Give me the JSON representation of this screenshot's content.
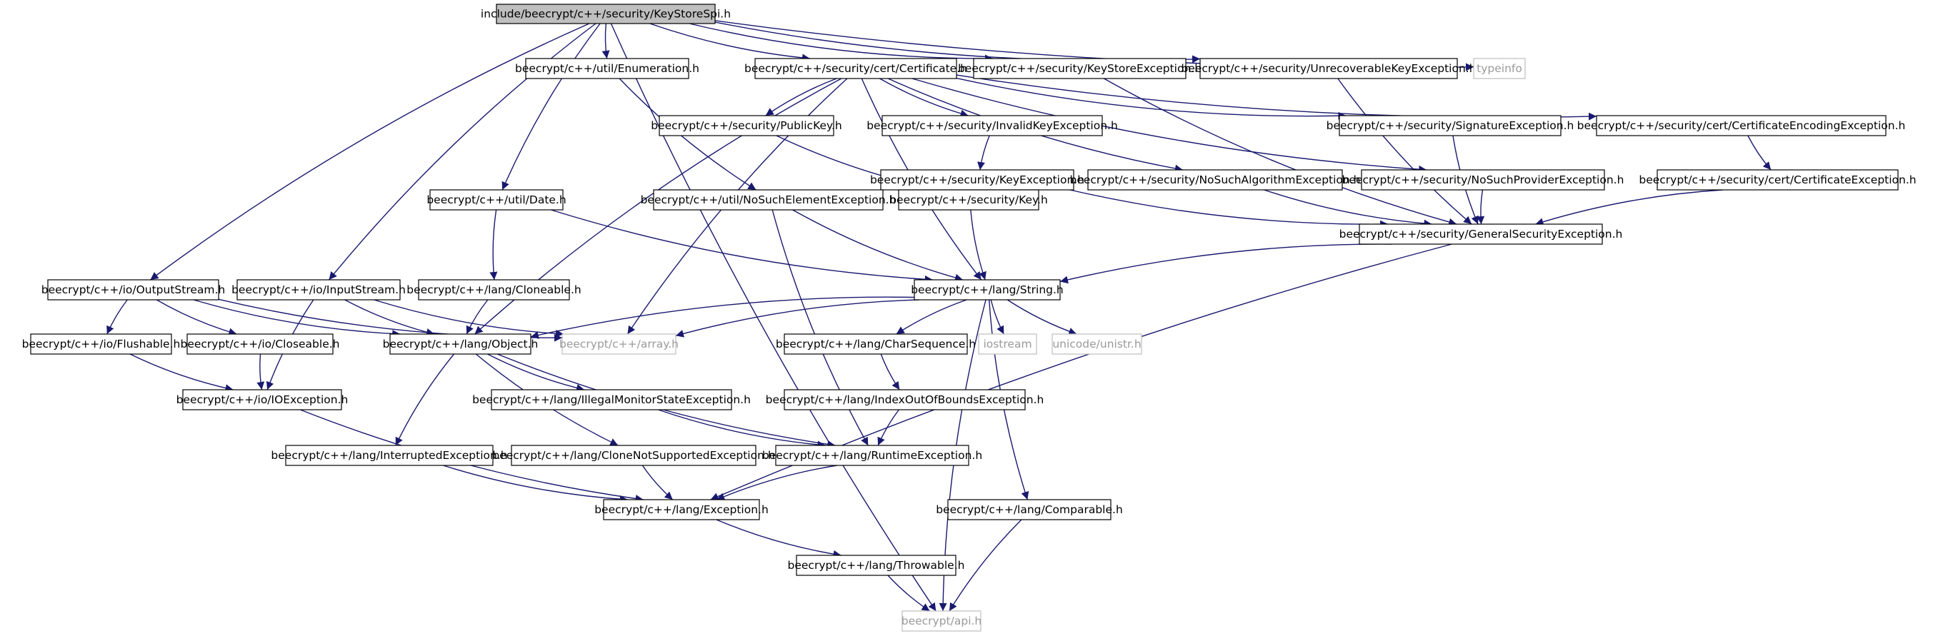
{
  "colors": {
    "edge": "#191970",
    "node_border": "#000000",
    "external_border": "#bfbfbf",
    "root_fill": "#bfbfbf",
    "node_fill": "#ffffff",
    "text": "#000000",
    "external_text": "#9a9a9a"
  },
  "nodes": [
    {
      "id": "root",
      "label": "include/beecrypt/c++/security/KeyStoreSpi.h",
      "kind": "root"
    },
    {
      "id": "enumeration",
      "label": "beecrypt/c++/util/Enumeration.h",
      "kind": "node"
    },
    {
      "id": "certificate",
      "label": "beecrypt/c++/security/cert/Certificate.h",
      "kind": "node"
    },
    {
      "id": "keystoreexc",
      "label": "beecrypt/c++/security/KeyStoreException.h",
      "kind": "node"
    },
    {
      "id": "unrecoverable",
      "label": "beecrypt/c++/security/UnrecoverableKeyException.h",
      "kind": "node"
    },
    {
      "id": "typeinfo",
      "label": "typeinfo",
      "kind": "external"
    },
    {
      "id": "publickey",
      "label": "beecrypt/c++/security/PublicKey.h",
      "kind": "node"
    },
    {
      "id": "invalidkey",
      "label": "beecrypt/c++/security/InvalidKeyException.h",
      "kind": "node"
    },
    {
      "id": "signatureexc",
      "label": "beecrypt/c++/security/SignatureException.h",
      "kind": "node"
    },
    {
      "id": "certencoding",
      "label": "beecrypt/c++/security/cert/CertificateEncodingException.h",
      "kind": "node"
    },
    {
      "id": "keyexc",
      "label": "beecrypt/c++/security/KeyException.h",
      "kind": "node"
    },
    {
      "id": "nosuchalg",
      "label": "beecrypt/c++/security/NoSuchAlgorithmException.h",
      "kind": "node"
    },
    {
      "id": "nosuchprov",
      "label": "beecrypt/c++/security/NoSuchProviderException.h",
      "kind": "node"
    },
    {
      "id": "certexc",
      "label": "beecrypt/c++/security/cert/CertificateException.h",
      "kind": "node"
    },
    {
      "id": "date",
      "label": "beecrypt/c++/util/Date.h",
      "kind": "node"
    },
    {
      "id": "nosuchelem",
      "label": "beecrypt/c++/util/NoSuchElementException.h",
      "kind": "node"
    },
    {
      "id": "key",
      "label": "beecrypt/c++/security/Key.h",
      "kind": "node"
    },
    {
      "id": "gensec",
      "label": "beecrypt/c++/security/GeneralSecurityException.h",
      "kind": "node"
    },
    {
      "id": "outputstream",
      "label": "beecrypt/c++/io/OutputStream.h",
      "kind": "node"
    },
    {
      "id": "inputstream",
      "label": "beecrypt/c++/io/InputStream.h",
      "kind": "node"
    },
    {
      "id": "cloneable",
      "label": "beecrypt/c++/lang/Cloneable.h",
      "kind": "node"
    },
    {
      "id": "string",
      "label": "beecrypt/c++/lang/String.h",
      "kind": "node"
    },
    {
      "id": "flushable",
      "label": "beecrypt/c++/io/Flushable.h",
      "kind": "node"
    },
    {
      "id": "closeable",
      "label": "beecrypt/c++/io/Closeable.h",
      "kind": "node"
    },
    {
      "id": "object",
      "label": "beecrypt/c++/lang/Object.h",
      "kind": "node"
    },
    {
      "id": "array",
      "label": "beecrypt/c++/array.h",
      "kind": "external"
    },
    {
      "id": "iostream",
      "label": "iostream",
      "kind": "external"
    },
    {
      "id": "unistr",
      "label": "unicode/unistr.h",
      "kind": "external"
    },
    {
      "id": "charseq",
      "label": "beecrypt/c++/lang/CharSequence.h",
      "kind": "node"
    },
    {
      "id": "ioexc",
      "label": "beecrypt/c++/io/IOException.h",
      "kind": "node"
    },
    {
      "id": "illegalmon",
      "label": "beecrypt/c++/lang/IllegalMonitorStateException.h",
      "kind": "node"
    },
    {
      "id": "indexoob",
      "label": "beecrypt/c++/lang/IndexOutOfBoundsException.h",
      "kind": "node"
    },
    {
      "id": "interrupted",
      "label": "beecrypt/c++/lang/InterruptedException.h",
      "kind": "node"
    },
    {
      "id": "clonenot",
      "label": "beecrypt/c++/lang/CloneNotSupportedException.h",
      "kind": "node"
    },
    {
      "id": "runtime",
      "label": "beecrypt/c++/lang/RuntimeException.h",
      "kind": "node"
    },
    {
      "id": "comparable",
      "label": "beecrypt/c++/lang/Comparable.h",
      "kind": "node"
    },
    {
      "id": "exception",
      "label": "beecrypt/c++/lang/Exception.h",
      "kind": "node"
    },
    {
      "id": "throwable",
      "label": "beecrypt/c++/lang/Throwable.h",
      "kind": "node"
    },
    {
      "id": "api",
      "label": "beecrypt/api.h",
      "kind": "external"
    }
  ],
  "edges": [
    [
      "root",
      "enumeration"
    ],
    [
      "root",
      "certificate"
    ],
    [
      "root",
      "keystoreexc"
    ],
    [
      "root",
      "unrecoverable"
    ],
    [
      "root",
      "typeinfo"
    ],
    [
      "root",
      "date"
    ],
    [
      "root",
      "outputstream"
    ],
    [
      "root",
      "inputstream"
    ],
    [
      "root",
      "api"
    ],
    [
      "enumeration",
      "nosuchelem"
    ],
    [
      "certificate",
      "publickey"
    ],
    [
      "certificate",
      "invalidkey"
    ],
    [
      "certificate",
      "signatureexc"
    ],
    [
      "certificate",
      "certencoding"
    ],
    [
      "certificate",
      "nosuchalg"
    ],
    [
      "certificate",
      "nosuchprov"
    ],
    [
      "certificate",
      "string"
    ],
    [
      "certificate",
      "object"
    ],
    [
      "certificate",
      "array"
    ],
    [
      "keystoreexc",
      "gensec"
    ],
    [
      "unrecoverable",
      "gensec"
    ],
    [
      "publickey",
      "key"
    ],
    [
      "invalidkey",
      "keyexc"
    ],
    [
      "keyexc",
      "gensec"
    ],
    [
      "nosuchalg",
      "gensec"
    ],
    [
      "nosuchprov",
      "gensec"
    ],
    [
      "signatureexc",
      "gensec"
    ],
    [
      "certencoding",
      "certexc"
    ],
    [
      "certexc",
      "gensec"
    ],
    [
      "date",
      "cloneable"
    ],
    [
      "date",
      "string"
    ],
    [
      "nosuchelem",
      "string"
    ],
    [
      "nosuchelem",
      "runtime"
    ],
    [
      "key",
      "string"
    ],
    [
      "gensec",
      "string"
    ],
    [
      "gensec",
      "exception"
    ],
    [
      "outputstream",
      "flushable"
    ],
    [
      "outputstream",
      "closeable"
    ],
    [
      "outputstream",
      "object"
    ],
    [
      "outputstream",
      "array"
    ],
    [
      "inputstream",
      "object"
    ],
    [
      "inputstream",
      "ioexc"
    ],
    [
      "inputstream",
      "array"
    ],
    [
      "cloneable",
      "object"
    ],
    [
      "flushable",
      "ioexc"
    ],
    [
      "closeable",
      "ioexc"
    ],
    [
      "string",
      "object"
    ],
    [
      "string",
      "array"
    ],
    [
      "string",
      "iostream"
    ],
    [
      "string",
      "unistr"
    ],
    [
      "string",
      "charseq"
    ],
    [
      "string",
      "comparable"
    ],
    [
      "string",
      "api"
    ],
    [
      "charseq",
      "indexoob"
    ],
    [
      "indexoob",
      "runtime"
    ],
    [
      "object",
      "illegalmon"
    ],
    [
      "object",
      "interrupted"
    ],
    [
      "object",
      "clonenot"
    ],
    [
      "object",
      "runtime"
    ],
    [
      "illegalmon",
      "runtime"
    ],
    [
      "ioexc",
      "exception"
    ],
    [
      "interrupted",
      "exception"
    ],
    [
      "clonenot",
      "exception"
    ],
    [
      "runtime",
      "exception"
    ],
    [
      "comparable",
      "api"
    ],
    [
      "exception",
      "throwable"
    ],
    [
      "throwable",
      "api"
    ]
  ]
}
